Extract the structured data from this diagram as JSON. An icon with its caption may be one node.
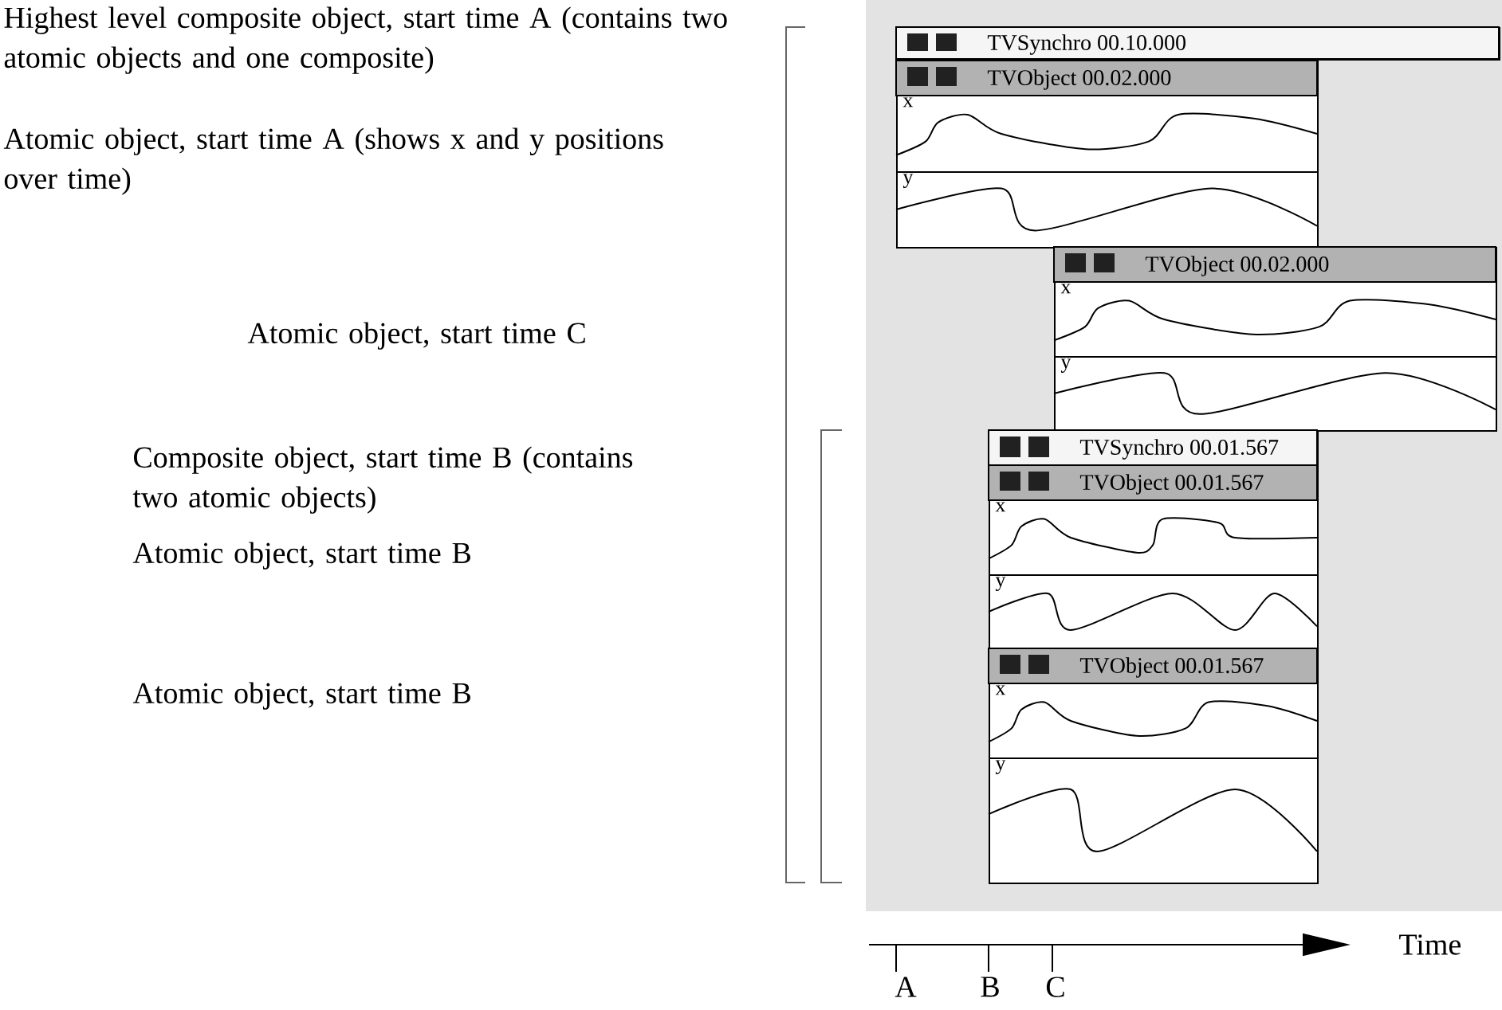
{
  "diagram": {
    "nodes": [
      {
        "text": [
          "TVSynchro 00.10.000"
        ]
      },
      {
        "text": [
          "TVObject 00.02.000",
          "x",
          "y"
        ]
      },
      {
        "text": [
          "TVObject 00.02.000",
          "x",
          "y"
        ]
      },
      {
        "text": [
          "TVSynchro 00.01.567"
        ]
      },
      {
        "text": [
          "TVObject 00.01.567",
          "x",
          "y"
        ]
      },
      {
        "text": [
          "TVObject 00.01.567",
          "x",
          "y"
        ]
      }
    ],
    "labels": [
      "Highest level composite object, start time A (contains two atomic objects and one composite)",
      "Atomic object, start time A (shows x and y positions over time)",
      "Atomic object, start time C",
      "Composite object, start time B (contains two atomic objects)",
      "Atomic object, start time B",
      "Atomic object, start time B",
      "Time",
      "A",
      "B",
      "C"
    ]
  }
}
